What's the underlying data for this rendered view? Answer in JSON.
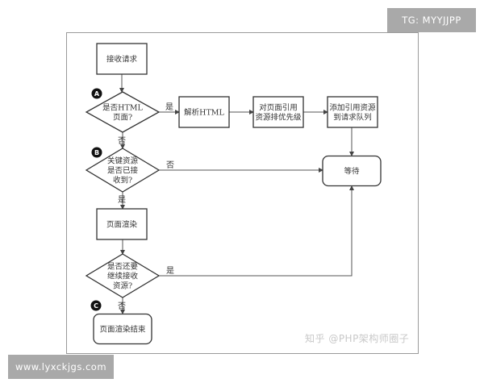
{
  "diagram": {
    "nodes": [
      {
        "id": "receive",
        "shape": "rect",
        "lines": [
          "接收请求"
        ]
      },
      {
        "id": "isHtml",
        "shape": "diamond",
        "lines": [
          "是否HTML",
          "页面?"
        ],
        "badge": "A"
      },
      {
        "id": "parse",
        "shape": "rect",
        "lines": [
          "解析HTML"
        ]
      },
      {
        "id": "prioritize",
        "shape": "rect",
        "lines": [
          "对页面引用",
          "资源排优先级"
        ]
      },
      {
        "id": "enqueue",
        "shape": "rect",
        "lines": [
          "添加引用资源",
          "到请求队列"
        ]
      },
      {
        "id": "critical",
        "shape": "diamond",
        "lines": [
          "关键资源",
          "是否已接",
          "收到?"
        ],
        "badge": "B"
      },
      {
        "id": "wait",
        "shape": "rounded",
        "lines": [
          "等待"
        ]
      },
      {
        "id": "render",
        "shape": "rect",
        "lines": [
          "页面渲染"
        ]
      },
      {
        "id": "more",
        "shape": "diamond",
        "lines": [
          "是否还要",
          "继续接收",
          "资源?"
        ]
      },
      {
        "id": "end",
        "shape": "rounded",
        "lines": [
          "页面渲染结束"
        ],
        "badge": "C"
      }
    ],
    "edges": [
      {
        "from": "receive",
        "to": "isHtml",
        "label": ""
      },
      {
        "from": "isHtml",
        "to": "parse",
        "label": "是"
      },
      {
        "from": "parse",
        "to": "prioritize",
        "label": ""
      },
      {
        "from": "prioritize",
        "to": "enqueue",
        "label": ""
      },
      {
        "from": "enqueue",
        "to": "wait",
        "label": ""
      },
      {
        "from": "isHtml",
        "to": "critical",
        "label": "否"
      },
      {
        "from": "critical",
        "to": "wait",
        "label": "否"
      },
      {
        "from": "critical",
        "to": "render",
        "label": "是"
      },
      {
        "from": "render",
        "to": "more",
        "label": ""
      },
      {
        "from": "more",
        "to": "wait",
        "label": "是"
      },
      {
        "from": "more",
        "to": "end",
        "label": "否"
      }
    ]
  },
  "watermark": "知乎 @PHP架构师圈子",
  "tags": {
    "top": "TG: MYYJJPP",
    "bottom": "www.lyxckjgs.com"
  },
  "colors": {
    "stroke": "#333333",
    "edge": "#555555",
    "badge": "#111111",
    "tag_bg": "#a9a9a9"
  }
}
